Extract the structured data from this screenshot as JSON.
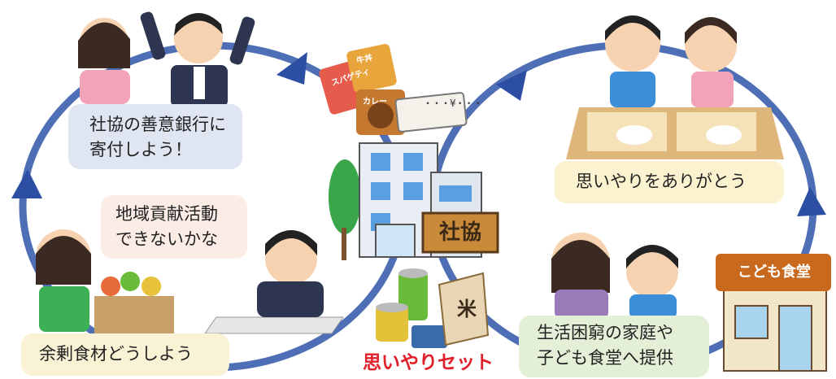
{
  "bubbles": {
    "donate": [
      "社協の善意銀行に",
      "寄付しよう！"
    ],
    "cant_volunteer": [
      "地域貢献活動",
      "できないかな"
    ],
    "thanks": "思いやりをありがとう",
    "leftover": "余剰食材どうしよう",
    "provide": [
      "生活困窮の家庭や",
      "子ども食堂へ提供"
    ]
  },
  "labels": {
    "omoiyari_set": "思いやりセット",
    "kodomo_shokudo": "こども食堂",
    "shakyo": "社協",
    "rice": "米",
    "curry": "カレー",
    "spaghetti": "スパゲティ",
    "gyudon": "牛丼",
    "voucher": "・・・¥・・・"
  },
  "colors": {
    "cycle_line": "#4e6fb5",
    "arrow": "#2c4fa3",
    "red_text": "#e0202a"
  }
}
